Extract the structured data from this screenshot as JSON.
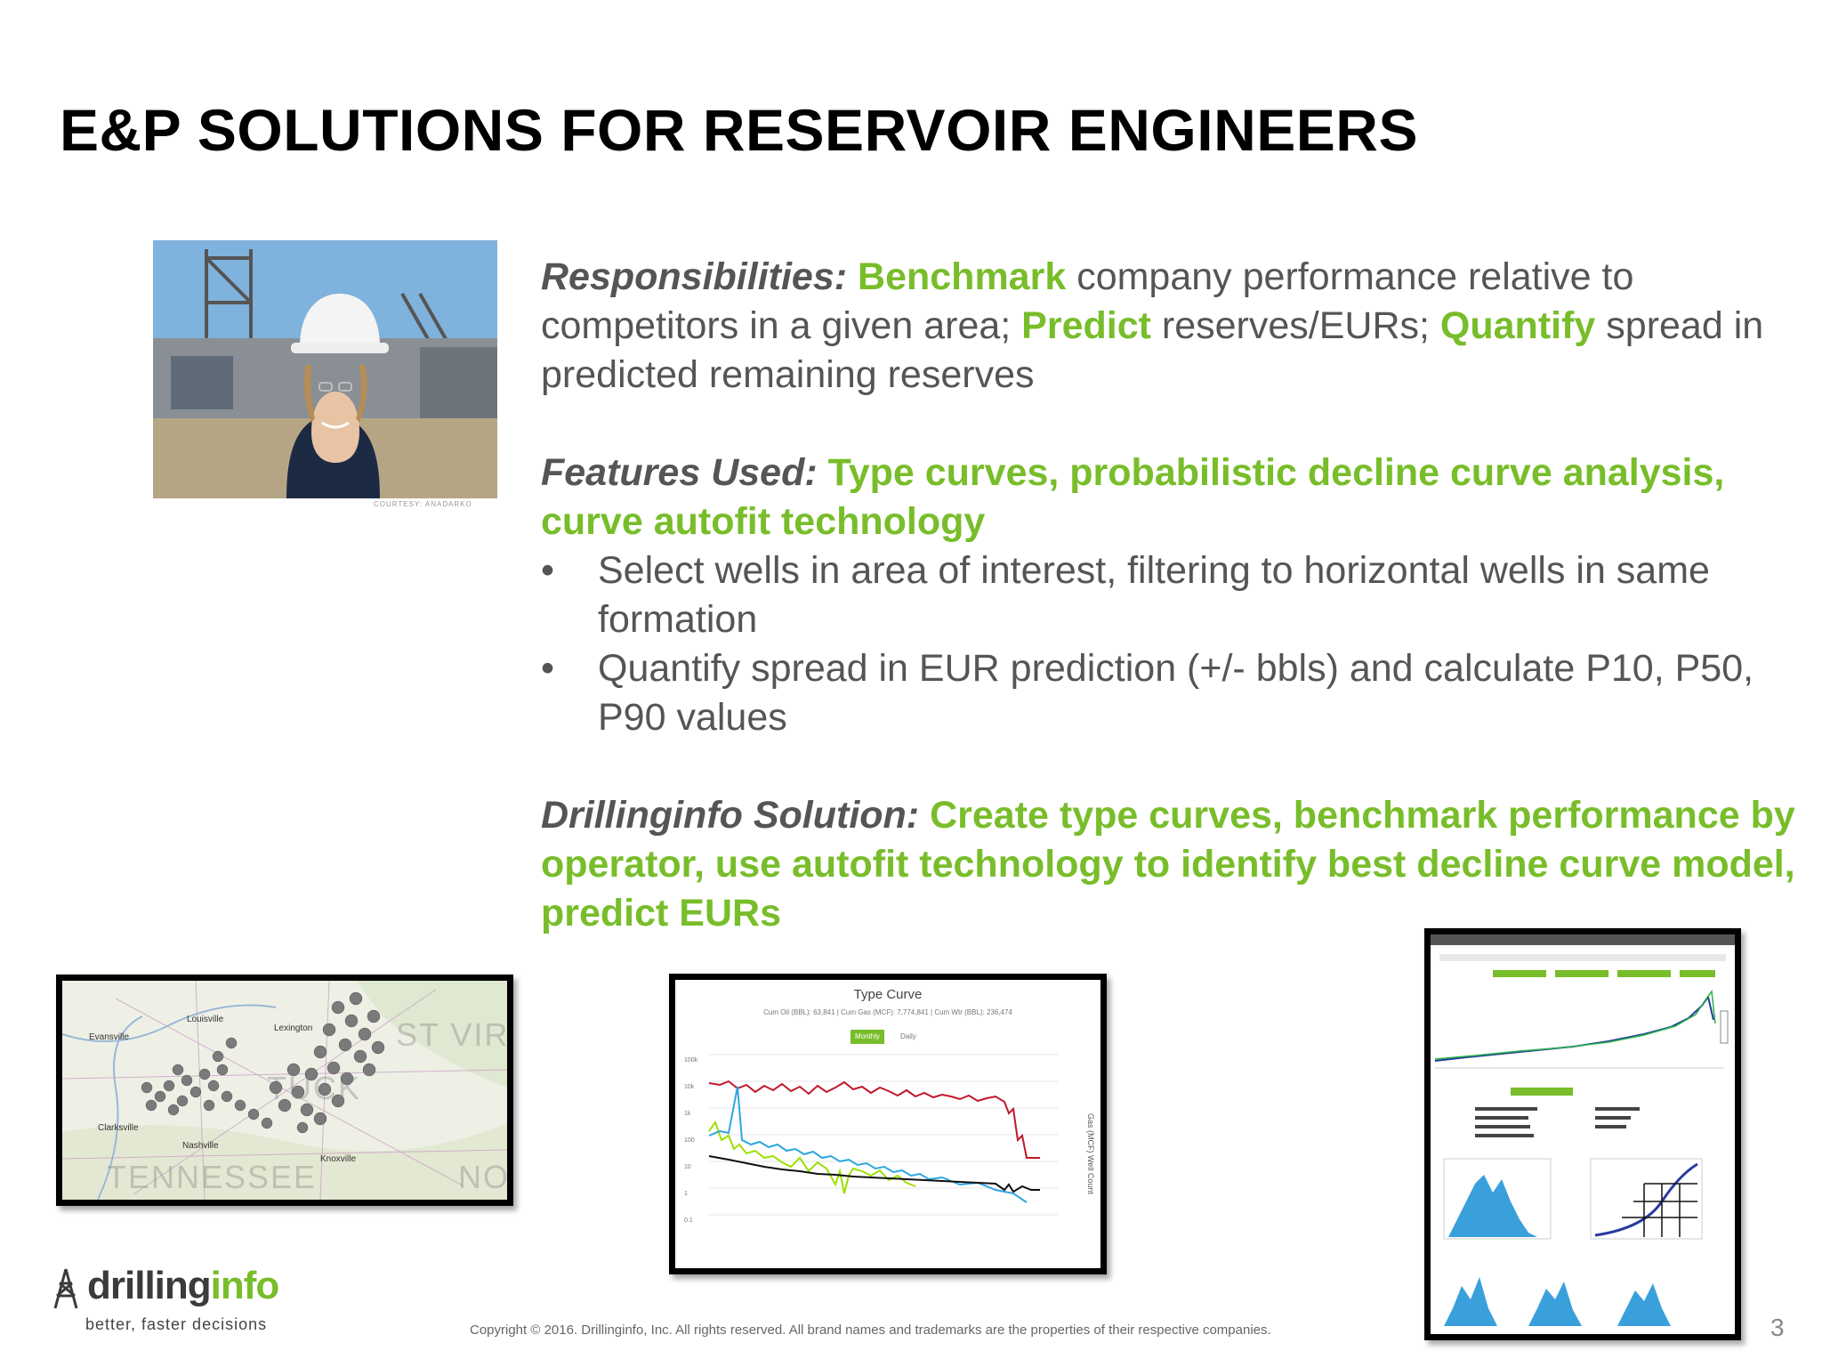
{
  "slide": {
    "title": "E&P SOLUTIONS FOR RESERVOIR ENGINEERS",
    "page_number": "3",
    "copyright": "Copyright © 2016. Drillinginfo, Inc. All rights reserved. All brand names and trademarks are the properties of their respective companies."
  },
  "responsibilities": {
    "label": "Responsibilities:",
    "t1": "Benchmark",
    "t2": " company performance relative to competitors in a given area; ",
    "t3": "Predict",
    "t4": " reserves/EURs; ",
    "t5": "Quantify",
    "t6": " spread in predicted remaining reserves"
  },
  "features": {
    "label": "Features Used:",
    "value": " Type curves, probabilistic decline curve analysis, curve autofit technology",
    "bullets": [
      "Select wells in area of interest, filtering to horizontal wells in same formation",
      "Quantify spread in EUR prediction (+/- bbls) and calculate P10, P50, P90 values"
    ]
  },
  "solution": {
    "label": "Drillinginfo Solution:",
    "value": " Create type curves, benchmark performance by operator, use autofit technology to identify best decline curve model, predict EURs"
  },
  "logo": {
    "word1": "drilling",
    "word2": "info",
    "tagline": "better, faster decisions",
    "colors": {
      "dark": "#3b3b3b",
      "green": "#78bd2a"
    }
  },
  "photo": {
    "credit": "COURTESY: ANADARKO"
  },
  "map": {
    "cities": [
      "Louisville",
      "Lexington",
      "Evansville",
      "Clarksville",
      "Nashville",
      "Knoxville"
    ],
    "states": [
      "TENNESSEE",
      "ST VIRG",
      "TUCK",
      "NO"
    ]
  },
  "type_curve": {
    "title": "Type Curve",
    "subtitle": "Cum Oil (BBL): 63,841 | Cum Gas (MCF): 7,774,841 | Cum Wtr (BBL): 236,474",
    "tabs": [
      "Monthly",
      "Daily"
    ],
    "right_axis": "Gas (MCF)  Well Count",
    "y_ticks": [
      "100k",
      "10k",
      "1k",
      "100",
      "10",
      "1",
      "0.1"
    ]
  },
  "accent_color": "#78bd2a"
}
